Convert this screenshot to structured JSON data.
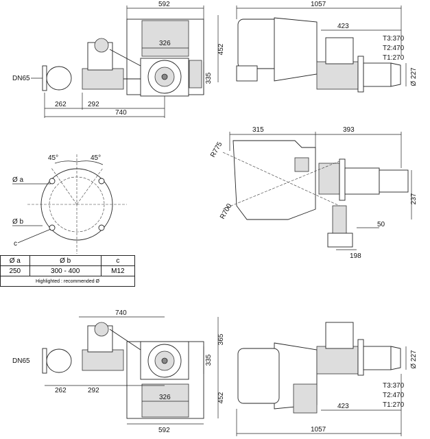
{
  "top_plan": {
    "w592": "592",
    "h452": "452",
    "w326": "326",
    "h335": "335",
    "dn": "DN65",
    "w262": "262",
    "w292": "292",
    "w740": "740"
  },
  "top_side": {
    "w1057": "1057",
    "w423": "423",
    "t3": "T3:370",
    "t2": "T2:470",
    "t1": "T1:270",
    "dia": "Ø 227"
  },
  "flange": {
    "angle1": "45°",
    "angle2": "45°",
    "label_a": "Ø a",
    "label_b": "Ø b",
    "label_c": "c"
  },
  "table": {
    "headers": [
      "Ø a",
      "Ø b",
      "c"
    ],
    "row": [
      "250",
      "300 - 400",
      "M12"
    ],
    "note": "Highlighted : recommended Ø"
  },
  "mid_side": {
    "w315": "315",
    "w393": "393",
    "r775": "R775",
    "r700": "R700",
    "h237": "237",
    "w50": "50",
    "w198": "198"
  },
  "bottom_plan": {
    "w740": "740",
    "dn": "DN65",
    "w262": "262",
    "w292": "292",
    "h365": "365",
    "h335": "335",
    "w326": "326",
    "h452": "452",
    "w592": "592"
  },
  "bottom_side": {
    "w1057": "1057",
    "w423": "423",
    "t3": "T3:370",
    "t2": "T2:470",
    "t1": "T1:270",
    "dia": "Ø 227"
  }
}
